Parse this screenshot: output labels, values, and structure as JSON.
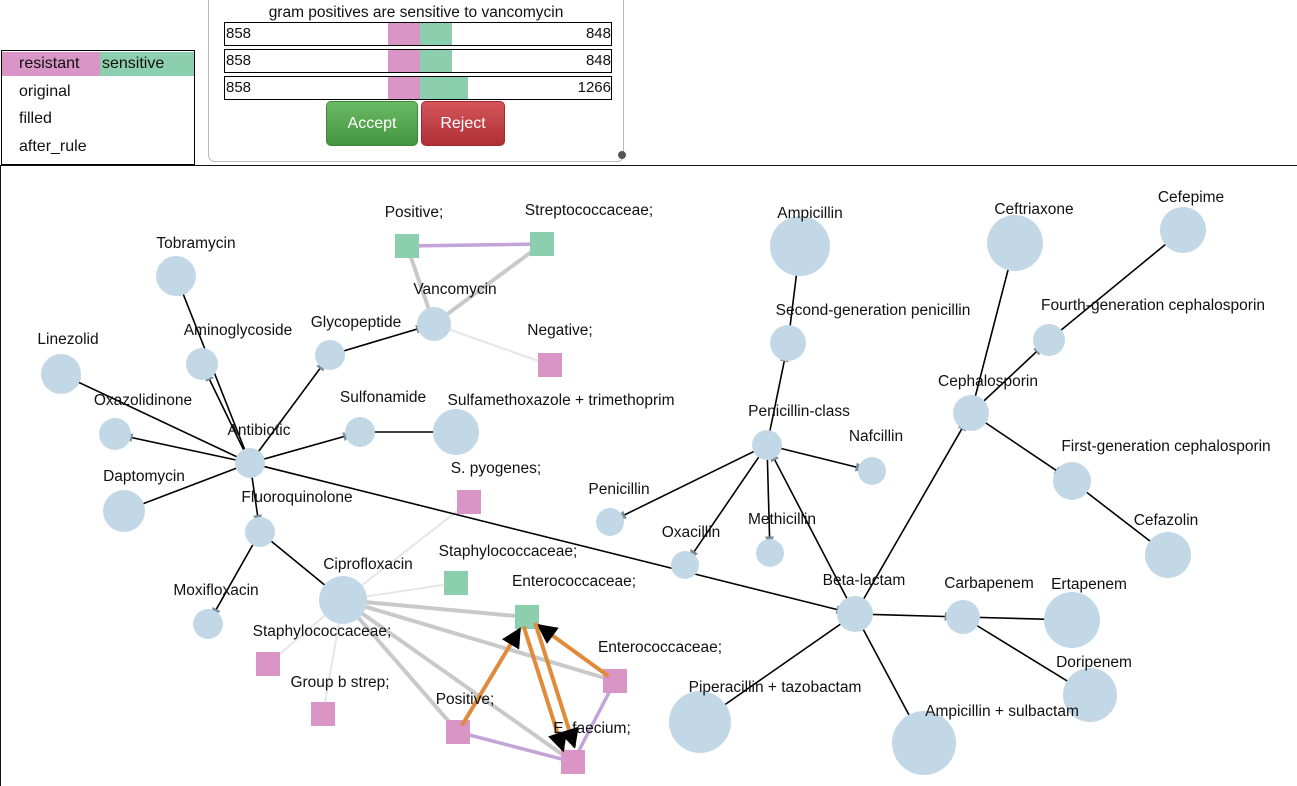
{
  "legend": {
    "resistant": "resistant",
    "sensitive": "sensitive",
    "rows": [
      "original",
      "filled",
      "after_rule"
    ]
  },
  "rule_panel": {
    "title": "gram positives are sensitive to vancomycin",
    "bars": [
      {
        "resistant": 858,
        "sensitive": 848,
        "resistant_label": "858",
        "sensitive_label": "848"
      },
      {
        "resistant": 858,
        "sensitive": 848,
        "resistant_label": "858",
        "sensitive_label": "848"
      },
      {
        "resistant": 858,
        "sensitive": 1266,
        "resistant_label": "858",
        "sensitive_label": "1266"
      }
    ],
    "accept_label": "Accept",
    "reject_label": "Reject"
  },
  "colors": {
    "resistant": "#d895c6",
    "sensitive": "#8ccfae",
    "node": "#c3d8e7",
    "rule_edge": "#e08b3a",
    "link_purple": "#c3a4d8",
    "link_gray": "#cfcfcf"
  },
  "graph": {
    "drug_nodes": [
      {
        "id": "tobramycin",
        "label": "Tobramycin"
      },
      {
        "id": "aminoglycoside",
        "label": "Aminoglycoside"
      },
      {
        "id": "glycopeptide",
        "label": "Glycopeptide"
      },
      {
        "id": "vancomycin",
        "label": "Vancomycin"
      },
      {
        "id": "linezolid",
        "label": "Linezolid"
      },
      {
        "id": "oxazolidinone",
        "label": "Oxazolidinone"
      },
      {
        "id": "antibiotic",
        "label": "Antibiotic"
      },
      {
        "id": "sulfonamide",
        "label": "Sulfonamide"
      },
      {
        "id": "smx",
        "label": "Sulfamethoxazole + trimethoprim"
      },
      {
        "id": "daptomycin",
        "label": "Daptomycin"
      },
      {
        "id": "fluoroquinolone",
        "label": "Fluoroquinolone"
      },
      {
        "id": "ciprofloxacin",
        "label": "Ciprofloxacin"
      },
      {
        "id": "moxifloxacin",
        "label": "Moxifloxacin"
      },
      {
        "id": "ampicillin",
        "label": "Ampicillin"
      },
      {
        "id": "secondgen",
        "label": "Second-generation penicillin"
      },
      {
        "id": "penicillinclass",
        "label": "Penicillin-class"
      },
      {
        "id": "nafcillin",
        "label": "Nafcillin"
      },
      {
        "id": "penicillin",
        "label": "Penicillin"
      },
      {
        "id": "oxacillin",
        "label": "Oxacillin"
      },
      {
        "id": "methicillin",
        "label": "Methicillin"
      },
      {
        "id": "ceftriaxone",
        "label": "Ceftriaxone"
      },
      {
        "id": "cefepime",
        "label": "Cefepime"
      },
      {
        "id": "fourthgen",
        "label": "Fourth-generation cephalosporin"
      },
      {
        "id": "cephalosporin",
        "label": "Cephalosporin"
      },
      {
        "id": "firstgen",
        "label": "First-generation cephalosporin"
      },
      {
        "id": "cefazolin",
        "label": "Cefazolin"
      },
      {
        "id": "betalactam",
        "label": "Beta-lactam"
      },
      {
        "id": "carbapenem",
        "label": "Carbapenem"
      },
      {
        "id": "ertapenem",
        "label": "Ertapenem"
      },
      {
        "id": "doripenem",
        "label": "Doripenem"
      },
      {
        "id": "piptazo",
        "label": "Piperacillin + tazobactam"
      },
      {
        "id": "ampsul",
        "label": "Ampicillin + sulbactam"
      }
    ],
    "bacteria_nodes": [
      {
        "id": "positive_top",
        "label": "Positive;",
        "status": "sensitive"
      },
      {
        "id": "strep_top",
        "label": "Streptococcaceae;",
        "status": "sensitive"
      },
      {
        "id": "negative",
        "label": "Negative;",
        "status": "resistant"
      },
      {
        "id": "spyogenes",
        "label": "S. pyogenes;",
        "status": "resistant"
      },
      {
        "id": "staph_green",
        "label": "Staphylococcaceae;",
        "status": "sensitive"
      },
      {
        "id": "entero_green",
        "label": "Enterococcaceae;",
        "status": "sensitive"
      },
      {
        "id": "staph_pink",
        "label": "Staphylococcaceae;",
        "status": "resistant"
      },
      {
        "id": "entero_pink",
        "label": "Enterococcaceae;",
        "status": "resistant"
      },
      {
        "id": "groupb",
        "label": "Group b strep;",
        "status": "resistant"
      },
      {
        "id": "positive_bot",
        "label": "Positive;",
        "status": "resistant"
      },
      {
        "id": "efaecium",
        "label": "E. faecium;",
        "status": "resistant"
      }
    ],
    "hierarchy_edges": [
      [
        "antibiotic",
        "tobramycin"
      ],
      [
        "antibiotic",
        "aminoglycoside"
      ],
      [
        "antibiotic",
        "glycopeptide"
      ],
      [
        "glycopeptide",
        "vancomycin"
      ],
      [
        "antibiotic",
        "linezolid"
      ],
      [
        "antibiotic",
        "oxazolidinone"
      ],
      [
        "antibiotic",
        "sulfonamide"
      ],
      [
        "sulfonamide",
        "smx"
      ],
      [
        "antibiotic",
        "daptomycin"
      ],
      [
        "antibiotic",
        "fluoroquinolone"
      ],
      [
        "fluoroquinolone",
        "ciprofloxacin"
      ],
      [
        "fluoroquinolone",
        "moxifloxacin"
      ],
      [
        "antibiotic",
        "betalactam"
      ],
      [
        "betalactam",
        "penicillinclass"
      ],
      [
        "penicillinclass",
        "secondgen"
      ],
      [
        "secondgen",
        "ampicillin"
      ],
      [
        "penicillinclass",
        "nafcillin"
      ],
      [
        "penicillinclass",
        "penicillin"
      ],
      [
        "penicillinclass",
        "oxacillin"
      ],
      [
        "penicillinclass",
        "methicillin"
      ],
      [
        "betalactam",
        "cephalosporin"
      ],
      [
        "cephalosporin",
        "ceftriaxone"
      ],
      [
        "cephalosporin",
        "fourthgen"
      ],
      [
        "fourthgen",
        "cefepime"
      ],
      [
        "cephalosporin",
        "firstgen"
      ],
      [
        "firstgen",
        "cefazolin"
      ],
      [
        "betalactam",
        "carbapenem"
      ],
      [
        "carbapenem",
        "ertapenem"
      ],
      [
        "carbapenem",
        "doripenem"
      ],
      [
        "betalactam",
        "piptazo"
      ],
      [
        "betalactam",
        "ampsul"
      ]
    ],
    "gray_links": [
      [
        "vancomycin",
        "positive_top",
        "strong"
      ],
      [
        "vancomycin",
        "strep_top",
        "strong"
      ],
      [
        "vancomycin",
        "negative",
        "faint"
      ],
      [
        "ciprofloxacin",
        "spyogenes",
        "faint"
      ],
      [
        "ciprofloxacin",
        "staph_green",
        "faint"
      ],
      [
        "ciprofloxacin",
        "entero_green",
        "strong"
      ],
      [
        "ciprofloxacin",
        "entero_pink",
        "strong"
      ],
      [
        "ciprofloxacin",
        "staph_pink",
        "faint"
      ],
      [
        "ciprofloxacin",
        "groupb",
        "faint"
      ],
      [
        "ciprofloxacin",
        "positive_bot",
        "strong"
      ],
      [
        "ciprofloxacin",
        "efaecium",
        "strong"
      ]
    ],
    "purple_links": [
      [
        "positive_top",
        "strep_top"
      ],
      [
        "positive_bot",
        "efaecium"
      ],
      [
        "entero_pink",
        "efaecium"
      ]
    ],
    "rule_edges": [
      [
        "positive_bot",
        "entero_green"
      ],
      [
        "entero_pink",
        "entero_green"
      ],
      [
        "entero_green",
        "efaecium"
      ],
      [
        "entero_green",
        "efaecium"
      ]
    ]
  }
}
